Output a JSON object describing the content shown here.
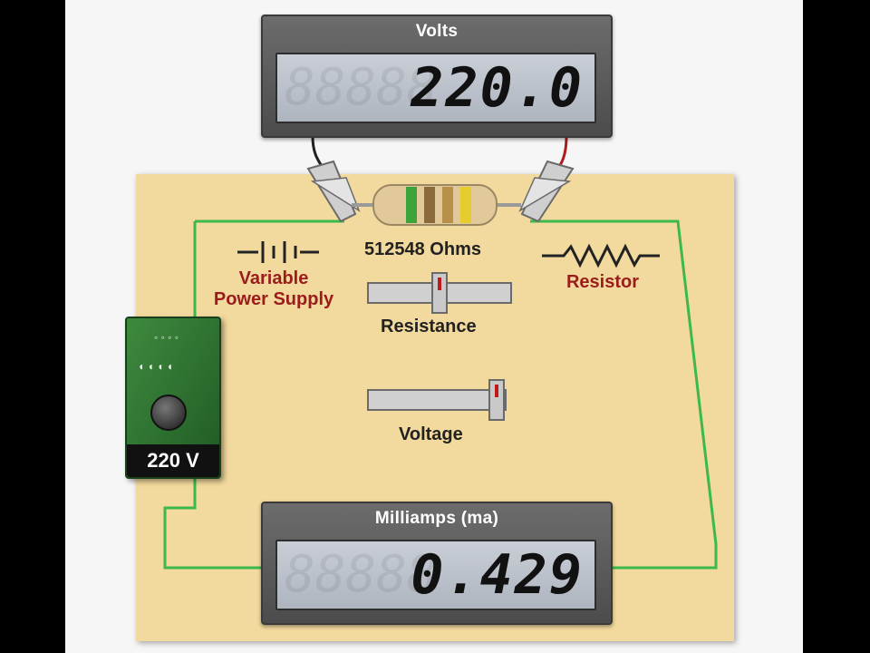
{
  "voltmeter": {
    "title": "Volts",
    "reading": "220.0"
  },
  "ammeter": {
    "title": "Milliamps (ma)",
    "reading": "0.429"
  },
  "resistor": {
    "value_label": "512548 Ohms",
    "symbol_label": "Resistor"
  },
  "power_supply": {
    "symbol_label_line1": "Variable",
    "symbol_label_line2": "Power Supply",
    "display": "220 V"
  },
  "sliders": {
    "resistance": {
      "label": "Resistance",
      "level": 0.5
    },
    "voltage": {
      "label": "Voltage",
      "level": 1.0
    }
  },
  "colors": {
    "board": "#f2d99e",
    "wire": "#3cb94a",
    "label_red": "#9b1c1c",
    "psu": "#2f7a33"
  }
}
